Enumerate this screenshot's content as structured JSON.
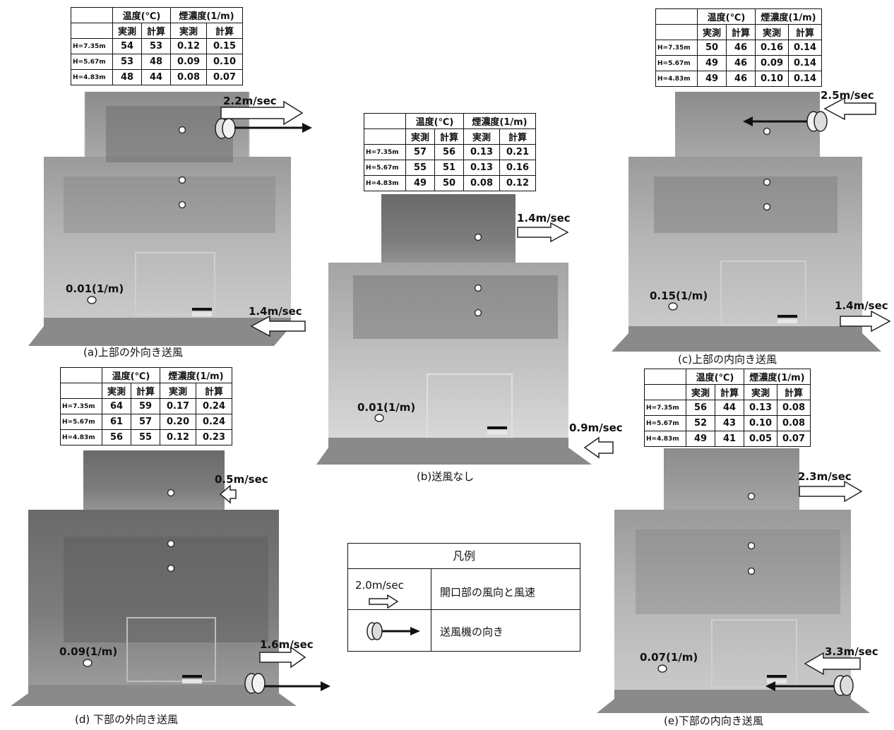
{
  "table_header": {
    "temp": "温度(℃)",
    "smoke": "煙濃度(1/m)",
    "measured": "実測",
    "calculated": "計算"
  },
  "panels": {
    "a": {
      "caption": "(a)上部の外向き送風",
      "rows": [
        {
          "h": "H=7.35m",
          "tm": "54",
          "tc": "53",
          "sm": "0.12",
          "sc": "0.15"
        },
        {
          "h": "H=5.67m",
          "tm": "53",
          "tc": "48",
          "sm": "0.09",
          "sc": "0.10"
        },
        {
          "h": "H=4.83m",
          "tm": "48",
          "tc": "44",
          "sm": "0.08",
          "sc": "0.07"
        }
      ],
      "upper_speed": "2.2m/sec",
      "lower_speed": "1.4m/sec",
      "floor_smoke": "0.01(1/m)"
    },
    "b": {
      "caption": "(b)送風なし",
      "rows": [
        {
          "h": "H=7.35m",
          "tm": "57",
          "tc": "56",
          "sm": "0.13",
          "sc": "0.21"
        },
        {
          "h": "H=5.67m",
          "tm": "55",
          "tc": "51",
          "sm": "0.13",
          "sc": "0.16"
        },
        {
          "h": "H=4.83m",
          "tm": "49",
          "tc": "50",
          "sm": "0.08",
          "sc": "0.12"
        }
      ],
      "upper_speed": "1.4m/sec",
      "lower_speed": "0.9m/sec",
      "floor_smoke": "0.01(1/m)"
    },
    "c": {
      "caption": "(c)上部の内向き送風",
      "rows": [
        {
          "h": "H=7.35m",
          "tm": "50",
          "tc": "46",
          "sm": "0.16",
          "sc": "0.14"
        },
        {
          "h": "H=5.67m",
          "tm": "49",
          "tc": "46",
          "sm": "0.09",
          "sc": "0.14"
        },
        {
          "h": "H=4.83m",
          "tm": "49",
          "tc": "46",
          "sm": "0.10",
          "sc": "0.14"
        }
      ],
      "upper_speed": "2.5m/sec",
      "lower_speed": "1.4m/sec",
      "floor_smoke": "0.15(1/m)"
    },
    "d": {
      "caption": "(d)  下部の外向き送風",
      "rows": [
        {
          "h": "H=7.35m",
          "tm": "64",
          "tc": "59",
          "sm": "0.17",
          "sc": "0.24"
        },
        {
          "h": "H=5.67m",
          "tm": "61",
          "tc": "57",
          "sm": "0.20",
          "sc": "0.24"
        },
        {
          "h": "H=4.83m",
          "tm": "56",
          "tc": "55",
          "sm": "0.12",
          "sc": "0.23"
        }
      ],
      "upper_speed": "0.5m/sec",
      "lower_speed": "1.6m/sec",
      "floor_smoke": "0.09(1/m)"
    },
    "e": {
      "caption": "(e)下部の内向き送風",
      "rows": [
        {
          "h": "H=7.35m",
          "tm": "56",
          "tc": "44",
          "sm": "0.13",
          "sc": "0.08"
        },
        {
          "h": "H=5.67m",
          "tm": "52",
          "tc": "43",
          "sm": "0.10",
          "sc": "0.08"
        },
        {
          "h": "H=4.83m",
          "tm": "49",
          "tc": "41",
          "sm": "0.05",
          "sc": "0.07"
        }
      ],
      "upper_speed": "2.3m/sec",
      "lower_speed": "3.3m/sec",
      "floor_smoke": "0.07(1/m)"
    }
  },
  "legend": {
    "title": "凡例",
    "sample_speed": "2.0m/sec",
    "opening_label": "開口部の風向と風速",
    "fan_label": "送風機の向き"
  },
  "colors": {
    "smoke_dark": "#5a5a5a",
    "smoke_light": "#bdbdbd",
    "floor": "#8a8a8a"
  }
}
